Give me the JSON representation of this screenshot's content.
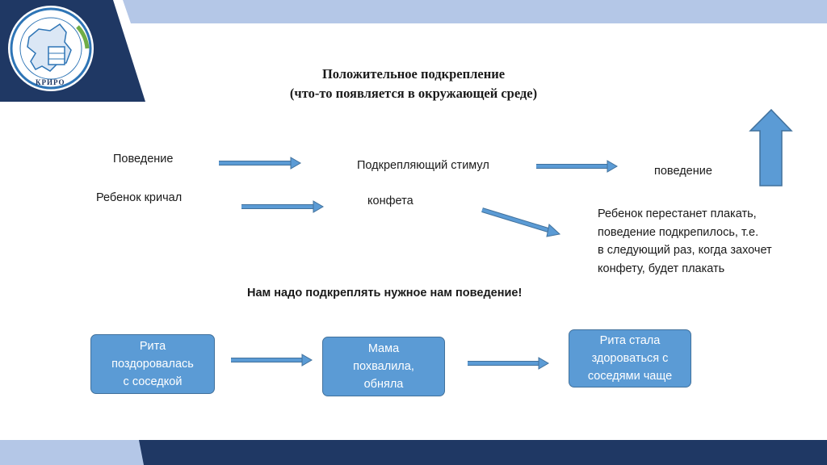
{
  "logo": {
    "text": "КРИРО",
    "icon": "krirо-emblem-logo"
  },
  "title": {
    "line1": "Положительное подкрепление",
    "line2": "(что-то появляется в окружающей среде)"
  },
  "row1": {
    "behavior": "Поведение",
    "stimulus": "Подкрепляющий стимул",
    "result": "поведение"
  },
  "row2": {
    "behavior": "Ребенок кричал",
    "stimulus": "конфета"
  },
  "explanation": {
    "lines": [
      "Ребенок перестанет плакать,",
      "поведение подкрепилось, т.е.",
      "в следующий раз, когда захочет",
      "конфету, будет плакать"
    ]
  },
  "conclusion": "Нам надо подкреплять нужное нам поведение!",
  "flow": {
    "box1": "Рита\nпоздоровалась\nс соседкой",
    "box2": "Мама\nпохвалила,\nобняла",
    "box3": "Рита стала\nздороваться с\nсоседями чаще"
  },
  "colors": {
    "navy": "#1f3864",
    "light_blue": "#b4c7e7",
    "accent": "#5b9bd5",
    "accent_border": "#41719c"
  }
}
